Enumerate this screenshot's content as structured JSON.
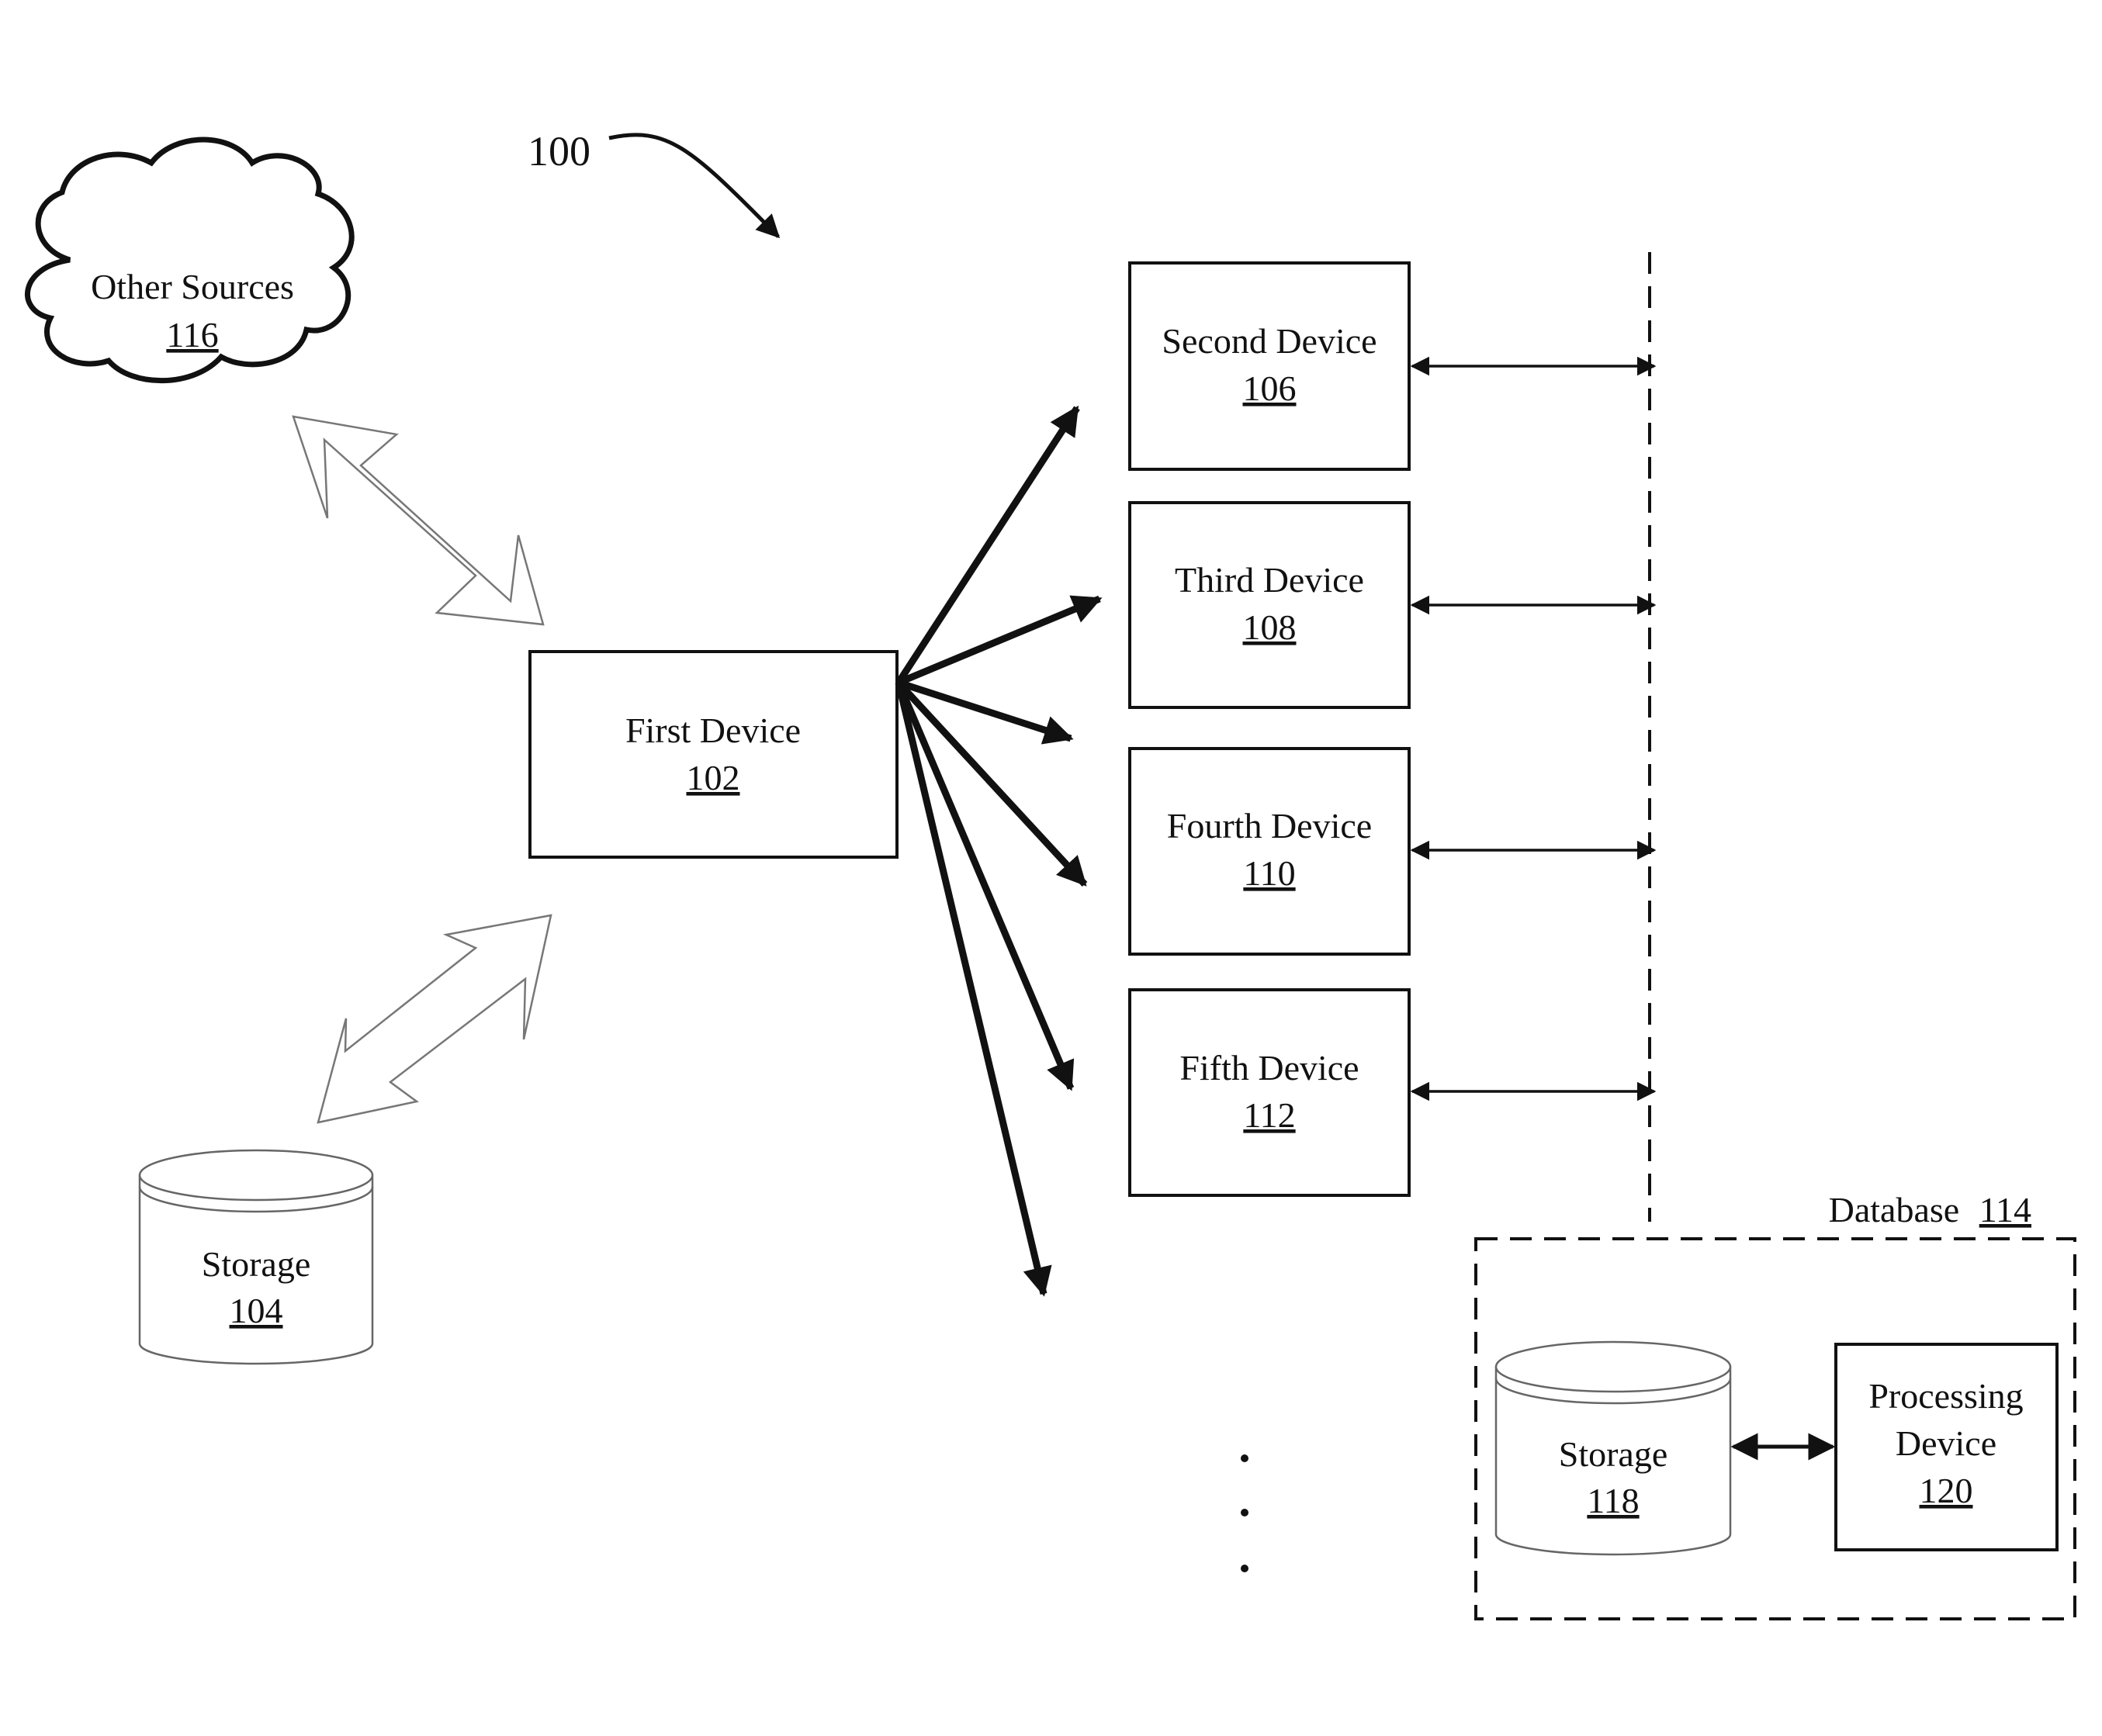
{
  "figure_ref": "100",
  "nodes": {
    "other_sources": {
      "label": "Other Sources",
      "ref": "116"
    },
    "first_device": {
      "label": "First Device",
      "ref": "102"
    },
    "storage_104": {
      "label": "Storage",
      "ref": "104"
    },
    "second_device": {
      "label": "Second Device",
      "ref": "106"
    },
    "third_device": {
      "label": "Third Device",
      "ref": "108"
    },
    "fourth_device": {
      "label": "Fourth Device",
      "ref": "110"
    },
    "fifth_device": {
      "label": "Fifth Device",
      "ref": "112"
    },
    "database": {
      "label": "Database",
      "ref": "114"
    },
    "storage_118": {
      "label": "Storage",
      "ref": "118"
    },
    "processing_device": {
      "label_line1": "Processing",
      "label_line2": "Device",
      "ref": "120"
    }
  },
  "ellipsis": "· · ·"
}
